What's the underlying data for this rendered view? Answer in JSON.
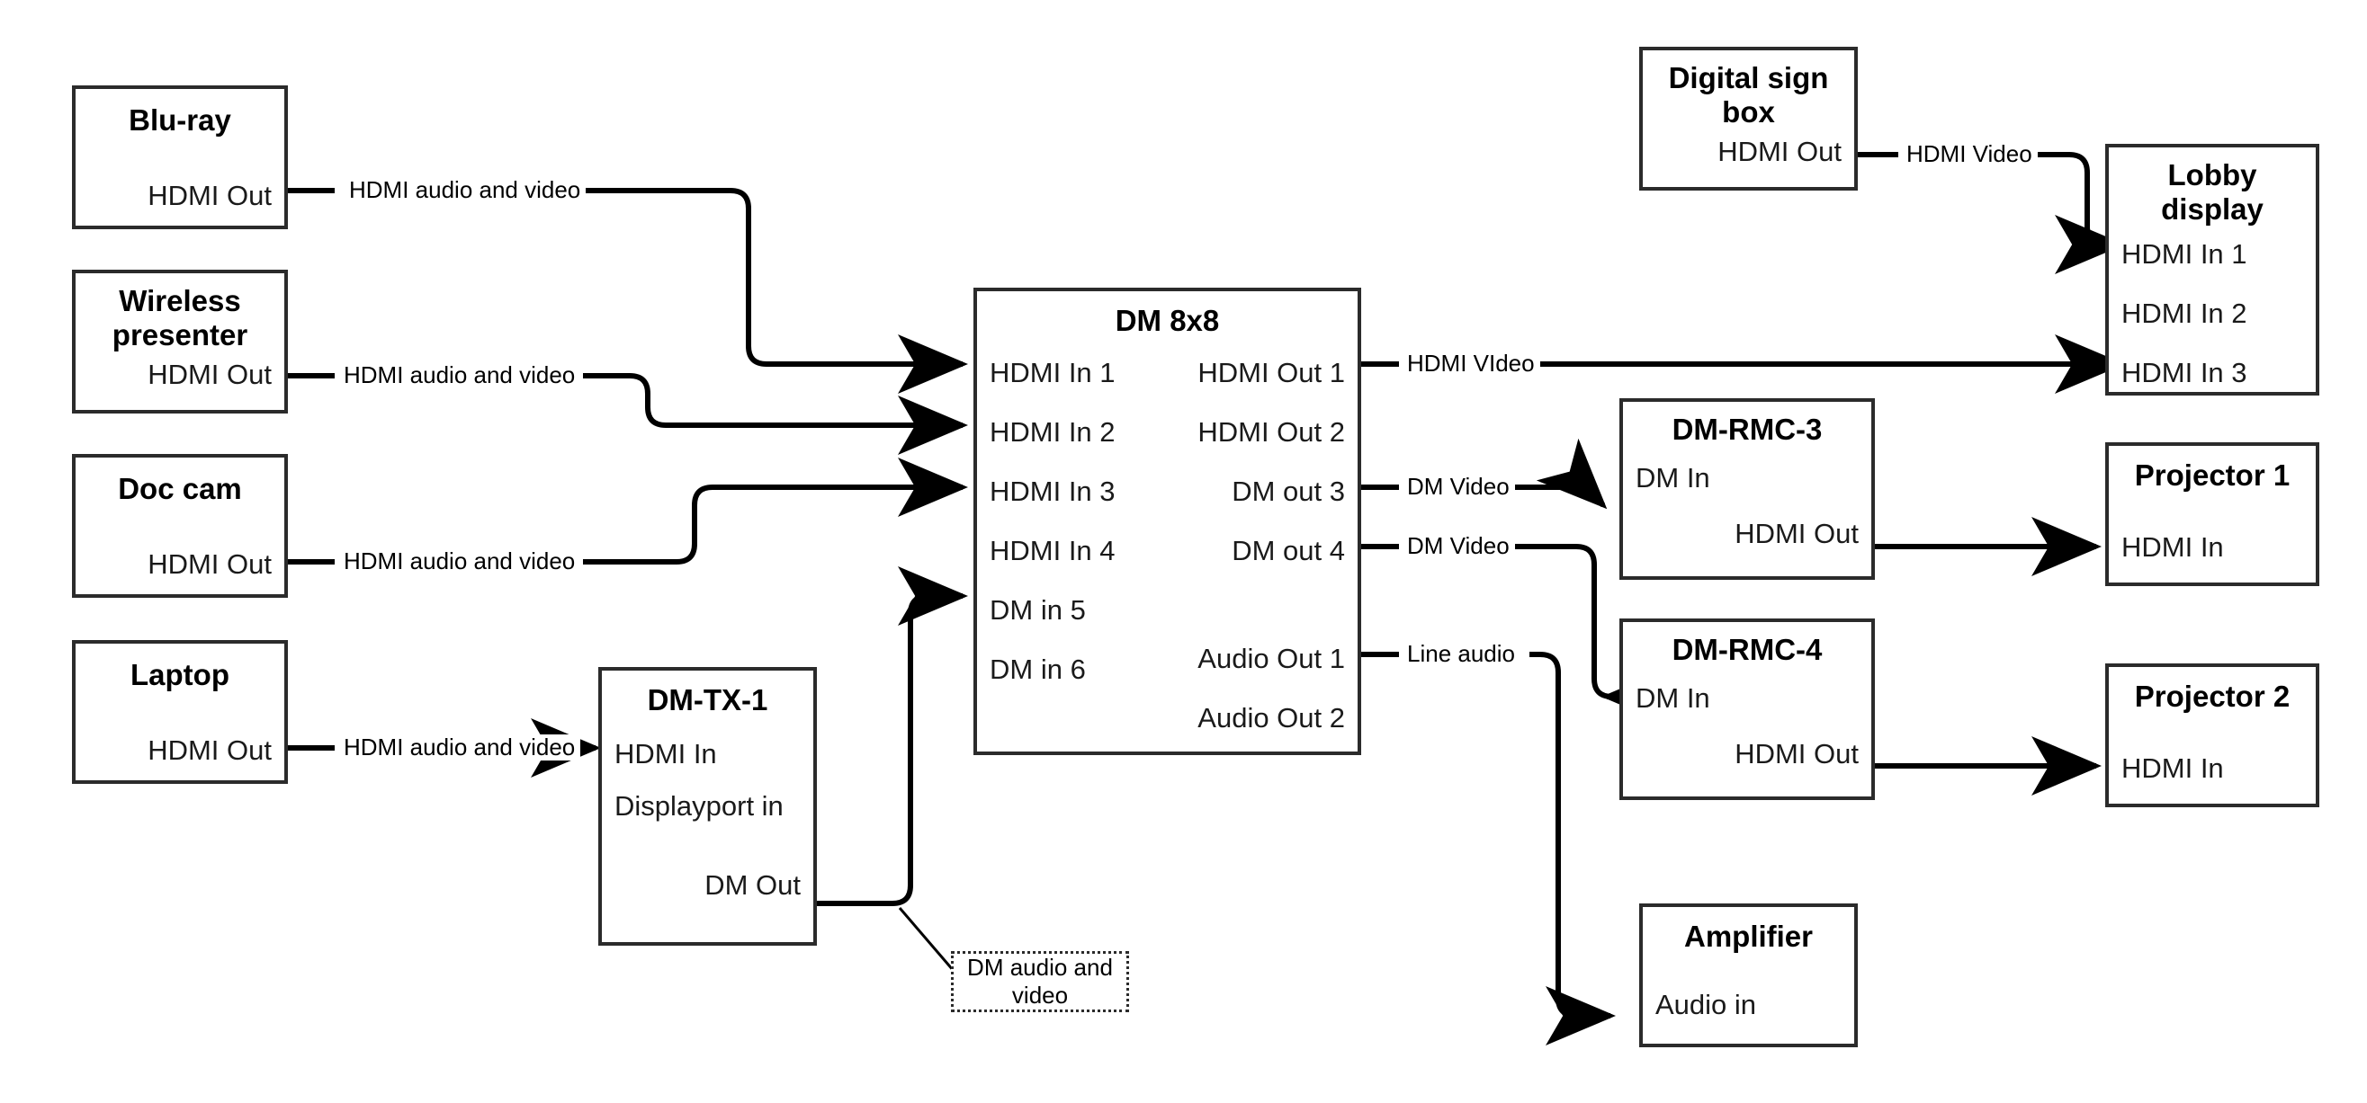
{
  "diagram": {
    "title": "AV signal flow diagram",
    "line_color": "#000000",
    "box_border_color": "#2b2b2b",
    "background": "#ffffff"
  },
  "nodes": {
    "bluray": {
      "title": "Blu-ray",
      "ports_right": [
        "HDMI Out"
      ]
    },
    "wireless": {
      "title": "Wireless\npresenter",
      "ports_right": [
        "HDMI Out"
      ]
    },
    "doccam": {
      "title": "Doc cam",
      "ports_right": [
        "HDMI Out"
      ]
    },
    "laptop": {
      "title": "Laptop",
      "ports_right": [
        "HDMI Out"
      ]
    },
    "dmtx1": {
      "title": "DM-TX-1",
      "ports_left": [
        "HDMI In",
        "Displayport in"
      ],
      "ports_right": [
        "DM Out"
      ]
    },
    "dm8x8": {
      "title": "DM 8x8",
      "inputs": [
        "HDMI In 1",
        "HDMI In 2",
        "HDMI In 3",
        "HDMI In 4",
        "DM in 5",
        "DM in 6"
      ],
      "outputs": [
        "HDMI Out 1",
        "HDMI Out 2",
        "DM out 3",
        "DM out 4",
        "Audio Out 1",
        "Audio Out 2"
      ]
    },
    "signbox": {
      "title": "Digital sign\nbox",
      "ports_right": [
        "HDMI Out"
      ]
    },
    "lobby": {
      "title": "Lobby\ndisplay",
      "ports_left": [
        "HDMI In 1",
        "HDMI In 2",
        "HDMI In 3"
      ]
    },
    "rmc3": {
      "title": "DM-RMC-3",
      "ports_left": [
        "DM In"
      ],
      "ports_right": [
        "HDMI Out"
      ]
    },
    "rmc4": {
      "title": "DM-RMC-4",
      "ports_left": [
        "DM In"
      ],
      "ports_right": [
        "HDMI Out"
      ]
    },
    "proj1": {
      "title": "Projector 1",
      "ports_left": [
        "HDMI In"
      ]
    },
    "proj2": {
      "title": "Projector 2",
      "ports_left": [
        "HDMI In"
      ]
    },
    "amp": {
      "title": "Amplifier",
      "ports_left": [
        "Audio in"
      ]
    }
  },
  "edge_labels": {
    "bluray_to_in1": "HDMI audio and video",
    "wireless_to_in2": "HDMI audio and video",
    "doccam_to_in3": "HDMI audio and video",
    "laptop_to_tx1": "HDMI audio and video",
    "signbox_to_lobby": "HDMI Video",
    "hdmiout1_to_lobby": "HDMI VIdeo",
    "dmout3_to_rmc3": "DM Video",
    "dmout4_to_rmc4": "DM Video",
    "audioout1_to_amp": "Line audio"
  },
  "callout": {
    "text": "DM audio and video"
  }
}
